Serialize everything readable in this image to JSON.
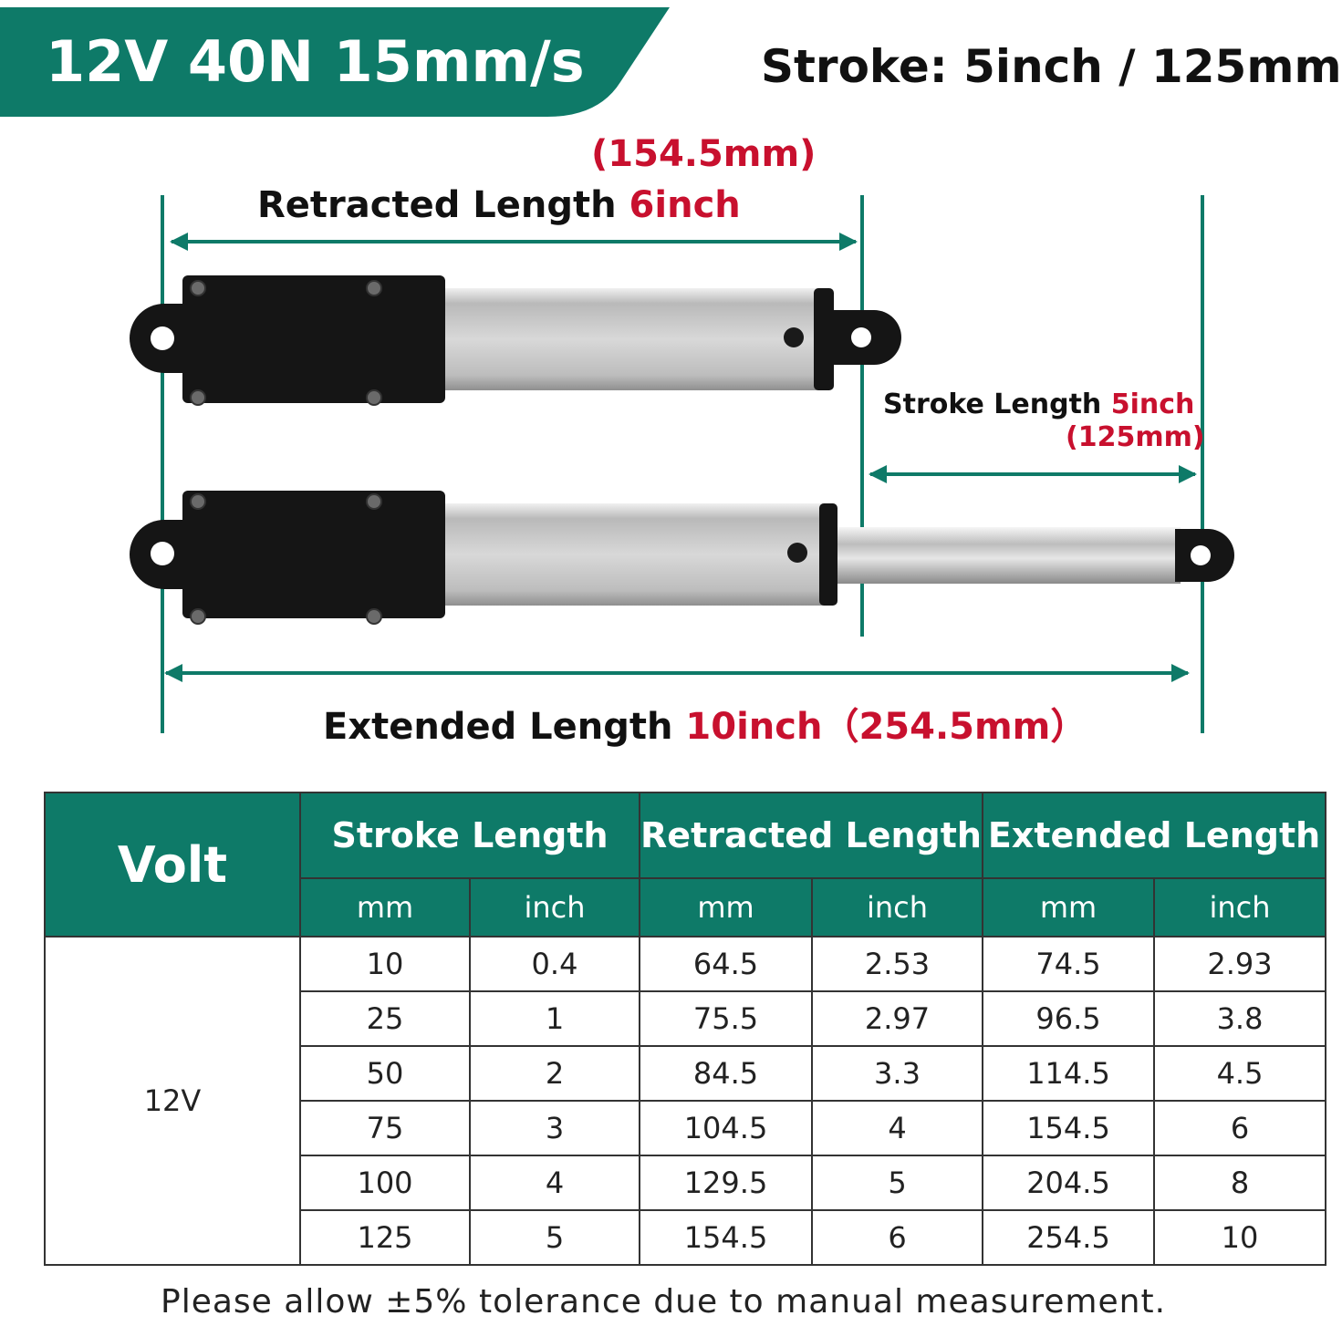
{
  "colors": {
    "brand_green": "#0e7a68",
    "accent_red": "#c8102e",
    "housing_black": "#151515",
    "tube_silver": "#c9c9c9"
  },
  "header": {
    "banner": "12V 40N 15mm/s",
    "stroke_title": "Stroke: 5inch / 125mm"
  },
  "diagram": {
    "retracted": {
      "label": "Retracted Length ",
      "value": "6inch",
      "mm": "(154.5mm)"
    },
    "stroke": {
      "label": "Stroke Length ",
      "value": "5inch",
      "mm": "(125mm)"
    },
    "extended": {
      "label": "Extended Length ",
      "value": "10inch（254.5mm）"
    },
    "icons": [
      "screw-icon",
      "mounting-eye-icon",
      "arrow-icon"
    ]
  },
  "table": {
    "volt_header": "Volt",
    "groups": [
      "Stroke Length",
      "Retracted Length",
      "Extended Length"
    ],
    "units": [
      "mm",
      "inch",
      "mm",
      "inch",
      "mm",
      "inch"
    ],
    "volt_value": "12V",
    "rows": [
      [
        "10",
        "0.4",
        "64.5",
        "2.53",
        "74.5",
        "2.93"
      ],
      [
        "25",
        "1",
        "75.5",
        "2.97",
        "96.5",
        "3.8"
      ],
      [
        "50",
        "2",
        "84.5",
        "3.3",
        "114.5",
        "4.5"
      ],
      [
        "75",
        "3",
        "104.5",
        "4",
        "154.5",
        "6"
      ],
      [
        "100",
        "4",
        "129.5",
        "5",
        "204.5",
        "8"
      ],
      [
        "125",
        "5",
        "154.5",
        "6",
        "254.5",
        "10"
      ]
    ]
  },
  "footnote": "Please allow ±5% tolerance due to manual measurement."
}
